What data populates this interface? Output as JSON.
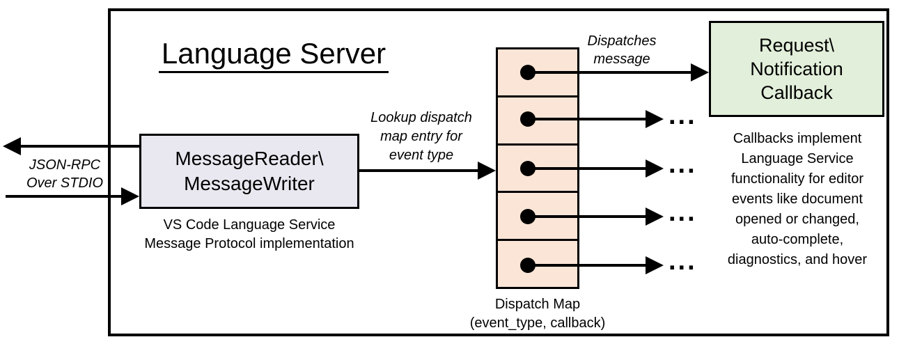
{
  "title": "Language Server",
  "io_label": "JSON-RPC\nOver STDIO",
  "message_box": {
    "label": "MessageReader\\\nMessageWriter",
    "caption": "VS Code Language Service\nMessage Protocol implementation"
  },
  "lookup_label": "Lookup dispatch\nmap entry for\nevent type",
  "dispatch_map": {
    "caption": "Dispatch Map\n(event_type, callback)",
    "cell_count": 5
  },
  "dispatches_label": "Dispatches\nmessage",
  "callback_box": {
    "label": "Request\\\nNotification\nCallback"
  },
  "callbacks_note": "Callbacks implement\nLanguage Service\nfunctionality for editor\nevents like document\nopened or changed,\nauto-complete,\ndiagnostics, and hover",
  "ellipsis": "...",
  "colors": {
    "message_box_fill": "#e9e8f0",
    "dispatch_cell_fill": "#fbe5d6",
    "callback_box_fill": "#e2efda",
    "line_color": "#000000"
  }
}
